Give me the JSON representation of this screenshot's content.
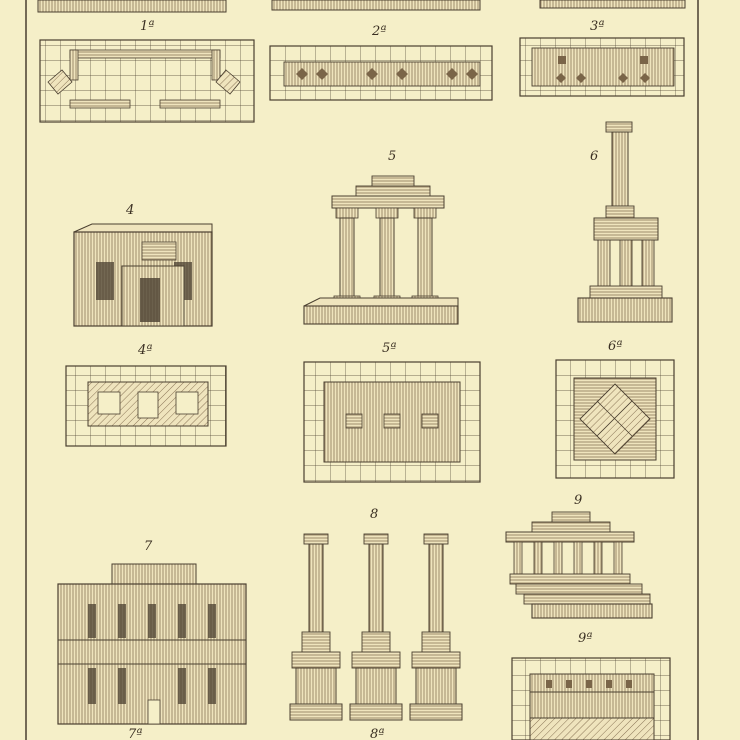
{
  "palette": {
    "paper": "#f5efc8",
    "ink": "#3a2f22",
    "hatch": "#8a7556",
    "block": "#efe4bd",
    "border": "#4a3f30"
  },
  "figures": [
    {
      "id": "1a",
      "label": "1ª"
    },
    {
      "id": "2a",
      "label": "2ª"
    },
    {
      "id": "3a",
      "label": "3ª"
    },
    {
      "id": "4",
      "label": "4"
    },
    {
      "id": "4a",
      "label": "4ª"
    },
    {
      "id": "5",
      "label": "5"
    },
    {
      "id": "5a",
      "label": "5ª"
    },
    {
      "id": "6",
      "label": "6"
    },
    {
      "id": "6a",
      "label": "6ª"
    },
    {
      "id": "7",
      "label": "7"
    },
    {
      "id": "7a",
      "label": "7ª"
    },
    {
      "id": "8",
      "label": "8"
    },
    {
      "id": "8a",
      "label": "8ª"
    },
    {
      "id": "9",
      "label": "9"
    },
    {
      "id": "9a",
      "label": "9ª"
    }
  ]
}
